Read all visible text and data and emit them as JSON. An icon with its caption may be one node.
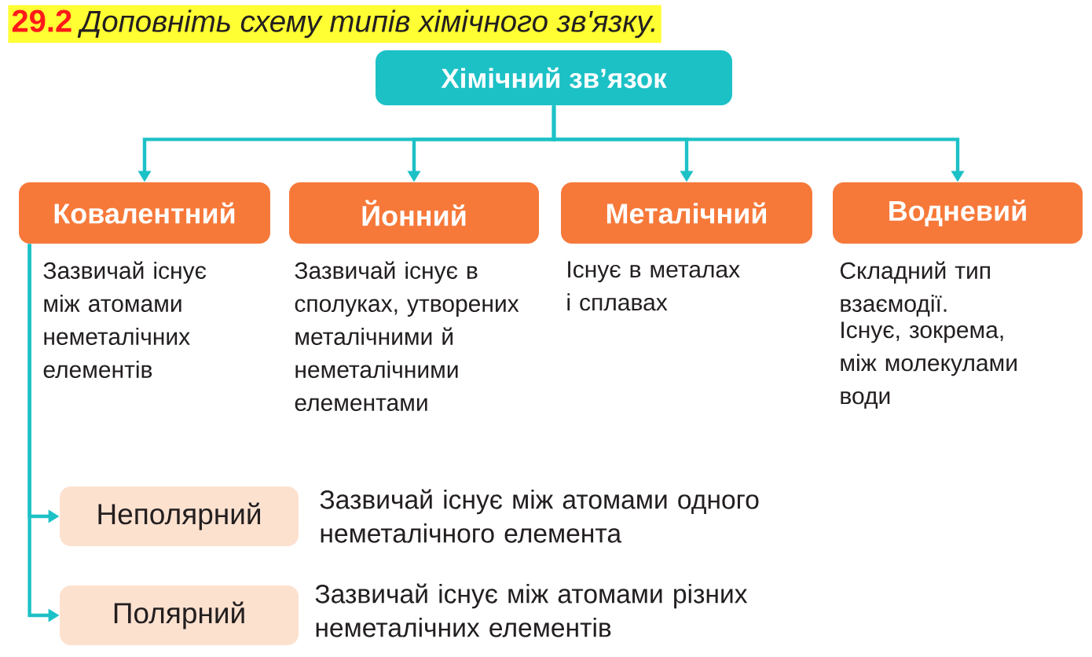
{
  "diagram": {
    "title": "Доповніть схему типів хімічного зв'язку.",
    "nodes": [
      {
        "text": [
          "Хімічний зв’язок"
        ]
      },
      {
        "text": [
          "Ковалентний"
        ],
        "beside": [
          "Зазвичай існує між атомами неметалічних елементів"
        ]
      },
      {
        "text": [
          "Йонний"
        ],
        "beside": [
          "Зазвичай існує в сполуках, утворених металічними й неметалічними елементами"
        ]
      },
      {
        "text": [
          "Металічний"
        ],
        "beside": [
          "Існує в металах і сплавах"
        ]
      },
      {
        "text": [
          "Водневий"
        ],
        "beside": [
          "Складний тип взаємодії.",
          "Існує, зокрема, між молекулами води"
        ]
      },
      {
        "text": [
          "Неполярний"
        ],
        "beside": [
          "Зазвичай існує між атомами одного неметалічного елемента"
        ]
      },
      {
        "text": [
          "Полярний"
        ],
        "beside": [
          "Зазвичай існує між атомами різних неметалічних елементів"
        ]
      }
    ],
    "edges": [
      {
        "from": 0,
        "to": 1,
        "arrow": "to"
      },
      {
        "from": 0,
        "to": 2,
        "arrow": "to"
      },
      {
        "from": 0,
        "to": 3,
        "arrow": "to"
      },
      {
        "from": 0,
        "to": 4,
        "arrow": "to"
      },
      {
        "from": 1,
        "to": 5,
        "arrow": "to"
      },
      {
        "from": 1,
        "to": 6,
        "arrow": "to"
      }
    ],
    "labels": [
      "29.2"
    ]
  }
}
